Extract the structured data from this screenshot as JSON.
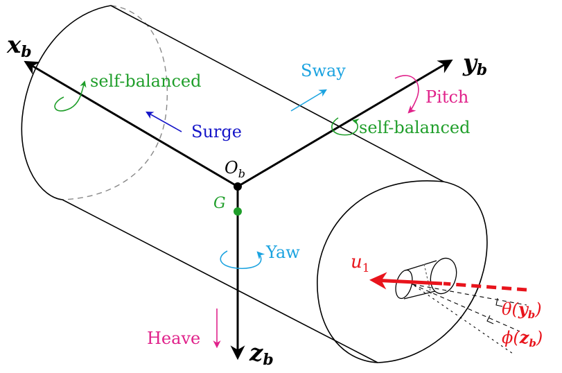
{
  "colors": {
    "black": "#000000",
    "green": "#1f9e2a",
    "blue": "#1515c8",
    "cyan": "#1ba3e0",
    "magenta": "#e0218a",
    "red": "#e8141c",
    "gray": "#888888"
  },
  "axes": {
    "x": {
      "letter": "x",
      "sub": "b"
    },
    "y": {
      "letter": "y",
      "sub": "b"
    },
    "z": {
      "letter": "z",
      "sub": "b"
    }
  },
  "points": {
    "origin": {
      "letter": "O",
      "sub": "b"
    },
    "gravity": "G"
  },
  "motions": {
    "surge": "Surge",
    "sway": "Sway",
    "heave": "Heave",
    "pitch": "Pitch",
    "yaw": "Yaw",
    "roll_note": "self-balanced",
    "pitch_note": "self-balanced"
  },
  "thruster": {
    "force": {
      "letter": "u",
      "sub": "1"
    },
    "theta": {
      "pre": "θ(",
      "letter": "y",
      "sub": "b",
      "post": ")"
    },
    "phi": {
      "pre": "ϕ(",
      "letter": "z",
      "sub": "b",
      "post": ")"
    }
  }
}
